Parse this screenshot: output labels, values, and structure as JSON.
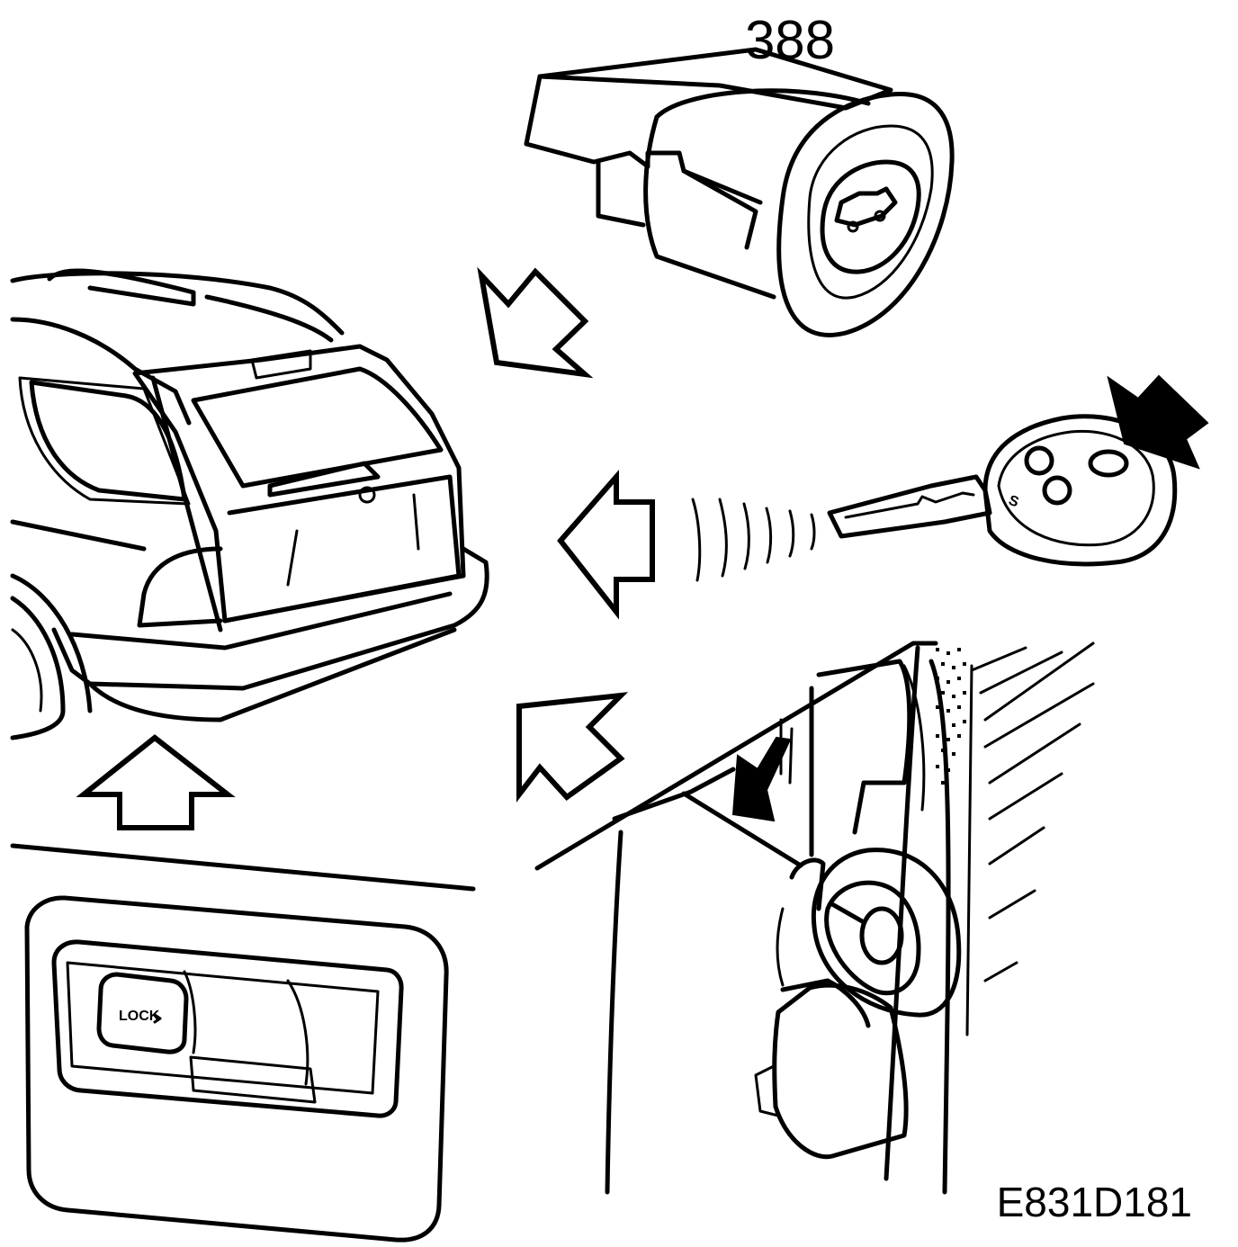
{
  "figure": {
    "part_number": "388",
    "figure_code": "E831D181",
    "lock_button_text": "LOCK"
  },
  "components": [
    {
      "id": "tailgate-switch",
      "callout": "388"
    },
    {
      "id": "remote-key"
    },
    {
      "id": "car-rear"
    },
    {
      "id": "lock-button-panel"
    },
    {
      "id": "ignition-key"
    }
  ]
}
